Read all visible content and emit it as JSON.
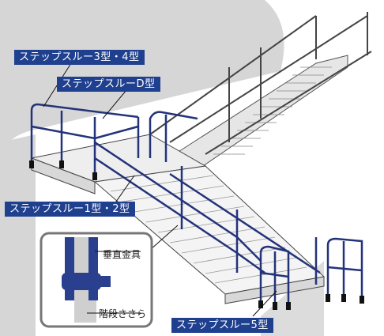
{
  "labels": {
    "type34": "ステップスルー3型・4型",
    "typeD": "ステップスルーD型",
    "type12": "ステップスルー1型・2型",
    "type5": "ステップスルー5型"
  },
  "inset": {
    "bracket": "垂直金具",
    "stringer": "階段ささら"
  },
  "colors": {
    "label_bg": "#1f3f8f",
    "rail_blue": "#23337a",
    "background_band": "#d3d3d3"
  }
}
